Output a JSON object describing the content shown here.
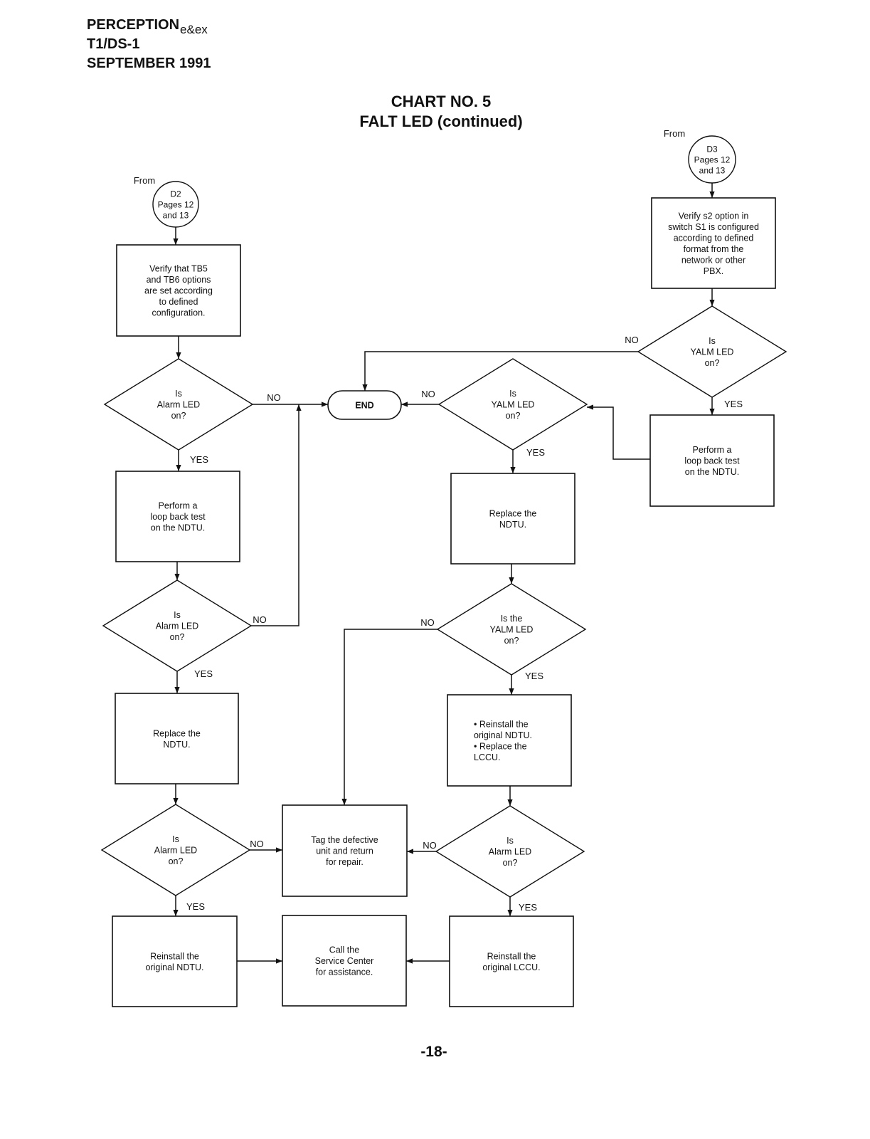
{
  "header": {
    "product": "PERCEPTION",
    "product_suffix": "e&ex",
    "line2": "T1/DS-1",
    "line3": "SEPTEMBER 1991"
  },
  "title": {
    "line1": "CHART NO. 5",
    "line2": "FALT LED (continued)"
  },
  "page_number": "-18-",
  "nodes": {
    "conn_d2": {
      "label": "From",
      "lines": [
        "D2",
        "Pages 12",
        "and 13"
      ]
    },
    "conn_d3": {
      "label": "From",
      "lines": [
        "D3",
        "Pages 12",
        "and 13"
      ]
    },
    "verify_tb5": {
      "lines": [
        "Verify that TB5",
        "and TB6 options",
        "are set according",
        "to defined",
        "configuration."
      ]
    },
    "alarm_q1": {
      "lines": [
        "Is",
        "Alarm LED",
        "on?"
      ]
    },
    "loopback_left": {
      "lines": [
        "Perform a",
        "loop back test",
        "on the NDTU."
      ]
    },
    "alarm_q2": {
      "lines": [
        "Is",
        "Alarm LED",
        "on?"
      ]
    },
    "replace_ndtu_left": {
      "lines": [
        "Replace the",
        "NDTU."
      ]
    },
    "alarm_q3": {
      "lines": [
        "Is",
        "Alarm LED",
        "on?"
      ]
    },
    "reinstall_ndtu": {
      "lines": [
        "Reinstall the",
        "original NDTU."
      ]
    },
    "end": {
      "lines": [
        "END"
      ]
    },
    "tag_defective": {
      "lines": [
        "Tag the defective",
        "unit and return",
        "for repair."
      ]
    },
    "call_service": {
      "lines": [
        "Call the",
        "Service Center",
        "for assistance."
      ]
    },
    "yalm_q_mid": {
      "lines": [
        "Is",
        "YALM LED",
        "on?"
      ]
    },
    "replace_ndtu_mid": {
      "lines": [
        "Replace the",
        "NDTU."
      ]
    },
    "yalm_q_mid2": {
      "lines": [
        "Is the",
        "YALM LED",
        "on?"
      ]
    },
    "reinstall_replace": {
      "lines": [
        "• Reinstall the",
        "  original NDTU.",
        "• Replace the",
        "  LCCU."
      ]
    },
    "alarm_q_mid": {
      "lines": [
        "Is",
        "Alarm LED",
        "on?"
      ]
    },
    "reinstall_lccu": {
      "lines": [
        "Reinstall the",
        "original LCCU."
      ]
    },
    "verify_s2": {
      "lines": [
        "Verify s2 option in",
        "switch S1 is configured",
        "according to defined",
        "format from the",
        "network or other",
        "PBX."
      ]
    },
    "yalm_q_right": {
      "lines": [
        "Is",
        "YALM LED",
        "on?"
      ]
    },
    "loopback_right": {
      "lines": [
        "Perform a",
        "loop back test",
        "on the NDTU."
      ]
    }
  },
  "edge_labels": {
    "no": "NO",
    "yes": "YES"
  }
}
